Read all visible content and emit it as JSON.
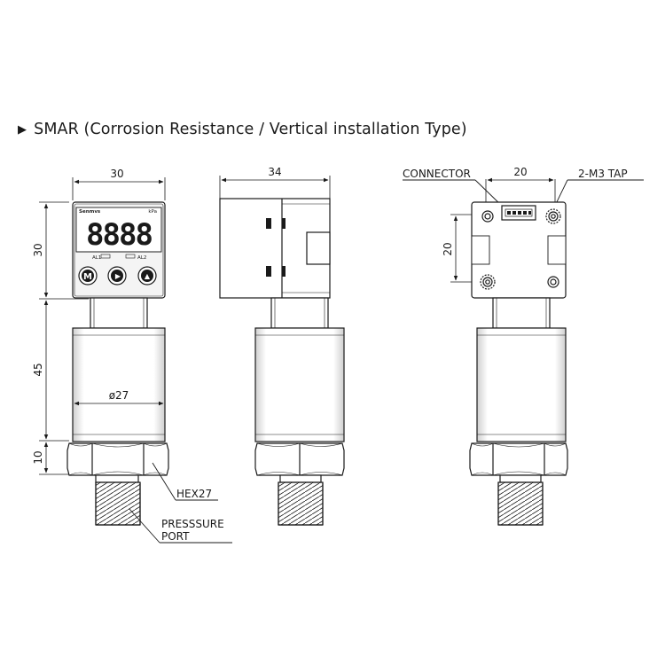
{
  "heading": {
    "bullet": "▶",
    "text": "SMAR (Corrosion Resistance / Vertical installation Type)"
  },
  "front_view": {
    "dims": {
      "width": "30",
      "head_height": "30",
      "body_height": "45",
      "hex_height": "10",
      "diameter": "ø27"
    },
    "display": {
      "brand": "Senmvs",
      "unit": "kPa",
      "digits": "8888",
      "alarm1": "AL1",
      "alarm2": "AL2"
    },
    "buttons": [
      "M",
      "▶",
      "▲"
    ],
    "callouts": {
      "hex": "HEX27",
      "port_line1": "PRESSSURE",
      "port_line2": "PORT"
    }
  },
  "side_view": {
    "dims": {
      "width": "34"
    }
  },
  "back_view": {
    "dims": {
      "width": "20",
      "height": "20"
    },
    "callouts": {
      "connector": "CONNECTOR",
      "tap": "2-M3 TAP"
    }
  },
  "colors": {
    "line": "#1a1a1a",
    "shade": "#d8d8d8",
    "panel": "#e9e9e9",
    "background": "#ffffff"
  }
}
